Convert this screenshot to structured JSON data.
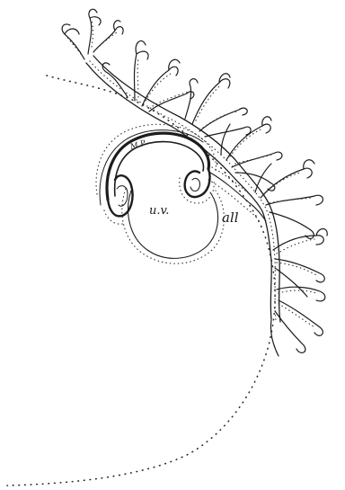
{
  "figure": {
    "labels": {
      "upper": "M.P",
      "center": "u.v.",
      "side": "all"
    }
  }
}
